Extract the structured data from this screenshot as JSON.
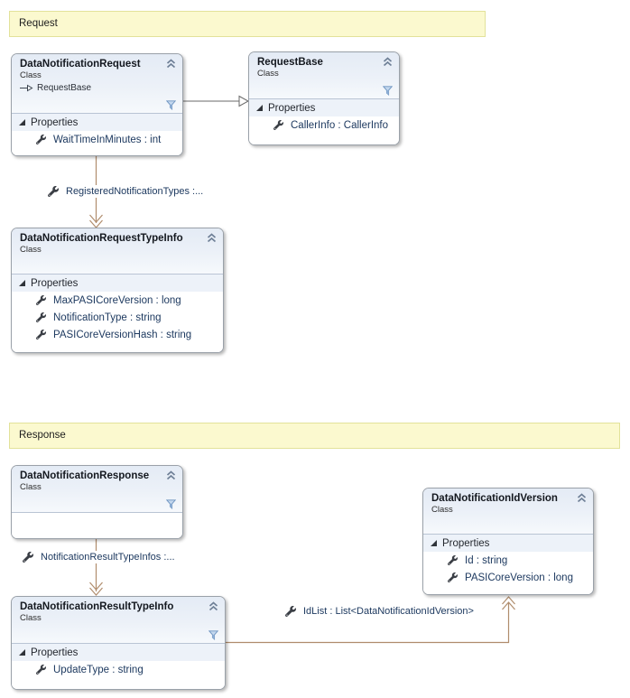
{
  "sections": {
    "request": {
      "label": "Request"
    },
    "response": {
      "label": "Response"
    }
  },
  "classes": {
    "dataNotificationRequest": {
      "title": "DataNotificationRequest",
      "stereotype": "Class",
      "base": "RequestBase",
      "compartment": "Properties",
      "properties": [
        "WaitTimeInMinutes : int"
      ]
    },
    "requestBase": {
      "title": "RequestBase",
      "stereotype": "Class",
      "compartment": "Properties",
      "properties": [
        "CallerInfo : CallerInfo"
      ]
    },
    "dataNotificationRequestTypeInfo": {
      "title": "DataNotificationRequestTypeInfo",
      "stereotype": "Class",
      "compartment": "Properties",
      "properties": [
        "MaxPASICoreVersion : long",
        "NotificationType : string",
        "PASICoreVersionHash : string"
      ]
    },
    "dataNotificationResponse": {
      "title": "DataNotificationResponse",
      "stereotype": "Class"
    },
    "dataNotificationIdVersion": {
      "title": "DataNotificationIdVersion",
      "stereotype": "Class",
      "compartment": "Properties",
      "properties": [
        "Id : string",
        "PASICoreVersion : long"
      ]
    },
    "dataNotificationResultTypeInfo": {
      "title": "DataNotificationResultTypeInfo",
      "stereotype": "Class",
      "compartment": "Properties",
      "properties": [
        "UpdateType : string"
      ]
    }
  },
  "associations": {
    "registeredNotificationTypes": {
      "label": "RegisteredNotificationTypes :..."
    },
    "notificationResultTypeInfos": {
      "label": "NotificationResultTypeInfos :..."
    },
    "idList": {
      "label": "IdList : List<DataNotificationIdVersion>"
    }
  },
  "icons": {
    "collapse": "chevron-double-up",
    "filter": "funnel",
    "member": "wrench",
    "expander": "triangle-expanded",
    "base_type": "open-arrow-right"
  },
  "colors": {
    "banner_bg": "#fbf9cf",
    "banner_border": "#e2e29a",
    "association_line": "#b08c6c",
    "inheritance_line": "#6a6a6a",
    "property_text": "#1e3a60",
    "header_gradient_top": "#e4ebf5",
    "funnel_blue": "#6d94c0"
  }
}
